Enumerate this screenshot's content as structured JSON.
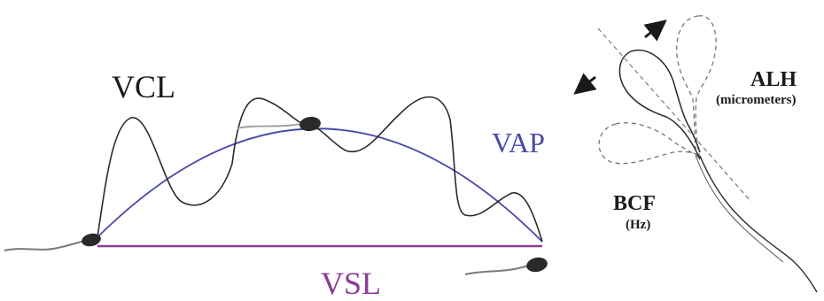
{
  "labels": {
    "vcl": "VCL",
    "vap": "VAP",
    "vsl": "VSL",
    "alh": "ALH",
    "alh_unit": "(micrometers)",
    "bcf": "BCF",
    "bcf_unit": "(Hz)"
  },
  "colors": {
    "vcl_path": "#2b2b2b",
    "vap_curve": "#4a4aa8",
    "vap_text": "#4a4aa8",
    "vsl_line": "#8a3c96",
    "vsl_text": "#8a3c96",
    "sperm_head": "#2a2a2a",
    "sperm_tail": "#7a7a7a",
    "ghost_outline": "#777777",
    "arrow": "#1a1a1a"
  },
  "icons": [
    "sperm-cell-icon",
    "double-arrow-icon"
  ]
}
